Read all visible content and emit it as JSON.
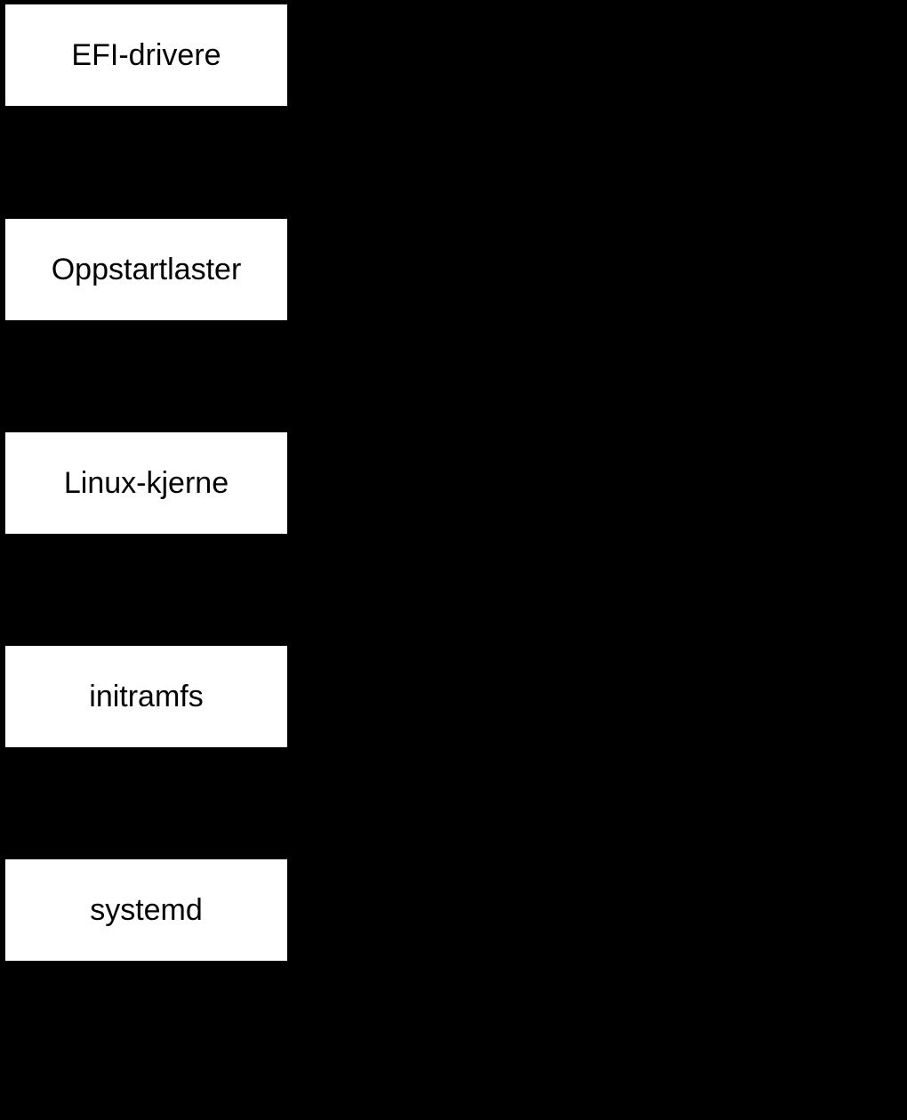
{
  "diagram": {
    "type": "flowchart",
    "orientation": "vertical",
    "background_color": "#000000",
    "node_fill_color": "#ffffff",
    "node_text_color": "#000000",
    "nodes": [
      {
        "label": "EFI-drivere"
      },
      {
        "label": "Oppstartlaster"
      },
      {
        "label": "Linux-kjerne"
      },
      {
        "label": "initramfs"
      },
      {
        "label": "systemd"
      }
    ]
  }
}
